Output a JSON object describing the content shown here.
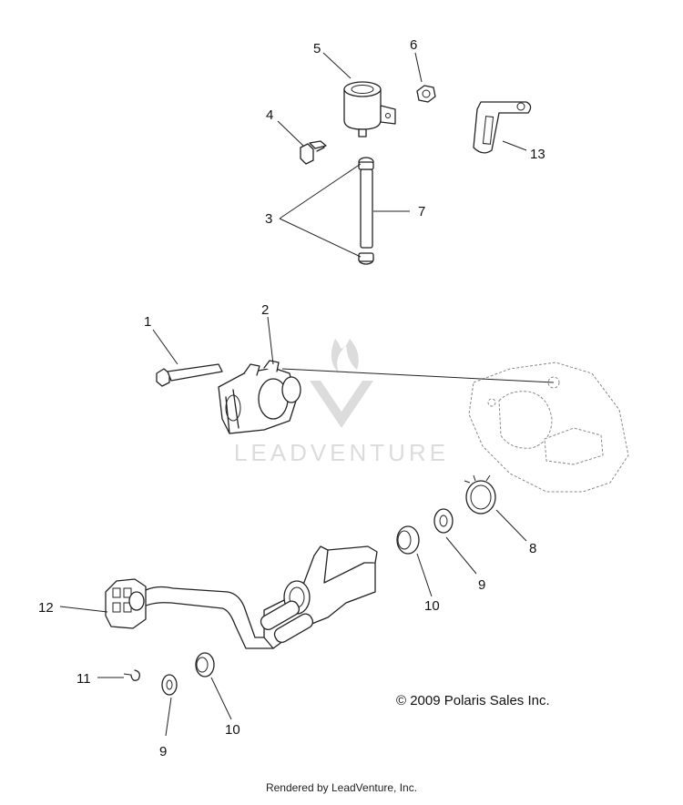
{
  "diagram": {
    "callouts": {
      "c1": "1",
      "c2": "2",
      "c3": "3",
      "c4": "4",
      "c5": "5",
      "c6": "6",
      "c7": "7",
      "c8": "8",
      "c9a": "9",
      "c9b": "9",
      "c10a": "10",
      "c10b": "10",
      "c11": "11",
      "c12": "12",
      "c13": "13"
    },
    "watermark": "LEADVENTURE",
    "copyright": "© 2009 Polaris Sales Inc.",
    "render_credit": "Rendered by LeadVenture, Inc."
  }
}
